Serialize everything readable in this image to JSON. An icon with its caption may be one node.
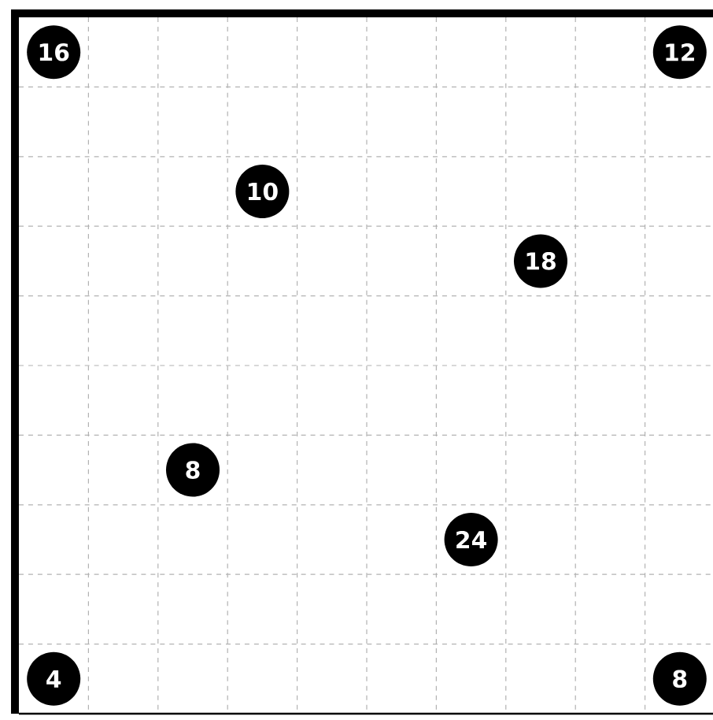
{
  "diagram": {
    "nodes": [
      {
        "text": [
          "16"
        ]
      },
      {
        "text": [
          "12"
        ]
      },
      {
        "text": [
          "10"
        ]
      },
      {
        "text": [
          "18"
        ]
      },
      {
        "text": [
          "8"
        ]
      },
      {
        "text": [
          "24"
        ]
      },
      {
        "text": [
          "4"
        ]
      },
      {
        "text": [
          "8"
        ]
      }
    ]
  }
}
